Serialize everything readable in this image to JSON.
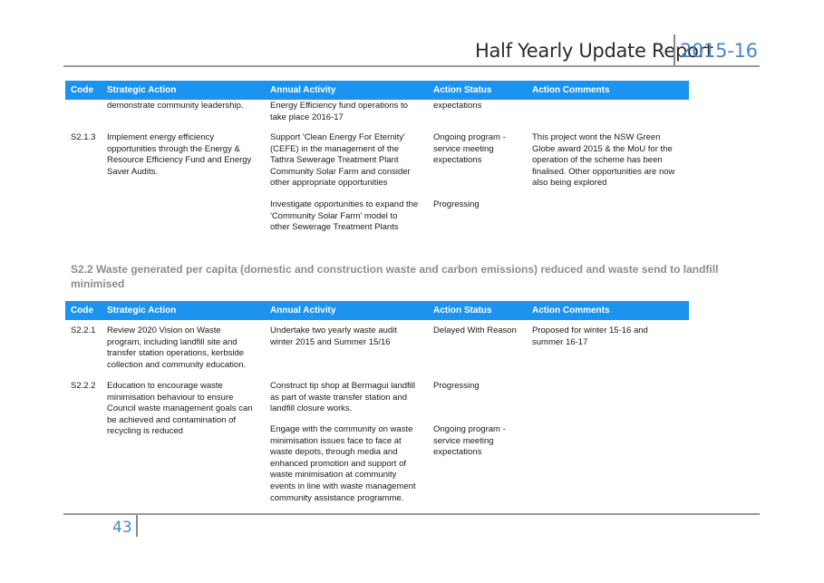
{
  "header": {
    "title": "Half Yearly Update Report",
    "year": "2015-16"
  },
  "columns": {
    "code": "Code",
    "strategic_action": "Strategic Action",
    "annual_activity": "Annual Activity",
    "action_status": "Action Status",
    "action_comments": "Action Comments"
  },
  "table1": {
    "continuation": {
      "strategic_action": "demonstrate community leadership.",
      "annual_activity": "Energy Efficiency fund operations to\ntake place 2016-17",
      "action_status": "expectations"
    },
    "row": {
      "code": "S2.1.3",
      "strategic_action": "Implement energy efficiency\nopportunities through the Energy &\nResource Efficiency Fund and Energy\nSaver Audits.",
      "activity1": "Support 'Clean Energy For Eternity'\n(CEFE) in the management of the\nTathra Sewerage Treatment Plant\nCommunity Solar Farm and consider\nother appropriate opportunities",
      "status1": "Ongoing program -\nservice meeting\nexpectations",
      "comments1": "This project wont the NSW Green\nGlobe award 2015 & the MoU for the\noperation of the scheme has been\nfinalised. Other opportunities are now\nalso being explored",
      "activity2": "Investigate opportunities to expand the\n'Community Solar Farm' model to\nother Sewerage Treatment Plants",
      "status2": "Progressing"
    }
  },
  "section_heading": "S2.2 Waste generated per capita (domestic and construction waste and carbon emissions) reduced and waste send to landfill\nminimised",
  "table2": {
    "rows": [
      {
        "code": "S2.2.1",
        "strategic_action": "Review 2020 Vision on Waste\nprogram, including landfill site and\ntransfer station operations, kerbside\ncollection and community education.",
        "activity": "Undertake two yearly waste audit\nwinter 2015 and Summer 15/16",
        "status": "Delayed With Reason",
        "comments": "Proposed for winter 15-16 and\nsummer 16-17"
      },
      {
        "code": "S2.2.2",
        "strategic_action": "Education to encourage waste\nminimisation behaviour to ensure\nCouncil waste management goals can\nbe achieved and contamination of\nrecycling is reduced",
        "activity1": "Construct tip shop at Bermagui landfill\nas part of waste transfer station and\nlandfill closure works.",
        "status1": "Progressing",
        "activity2": "Engage with the community on waste\nminimisation issues face to face at\nwaste depots, through media and\nenhanced promotion and support of\nwaste minimisation at community\nevents in line with waste management\ncommunity assistance programme.",
        "status2": "Ongoing program -\nservice meeting\nexpectations"
      }
    ]
  },
  "footer": {
    "page_number": "43"
  }
}
